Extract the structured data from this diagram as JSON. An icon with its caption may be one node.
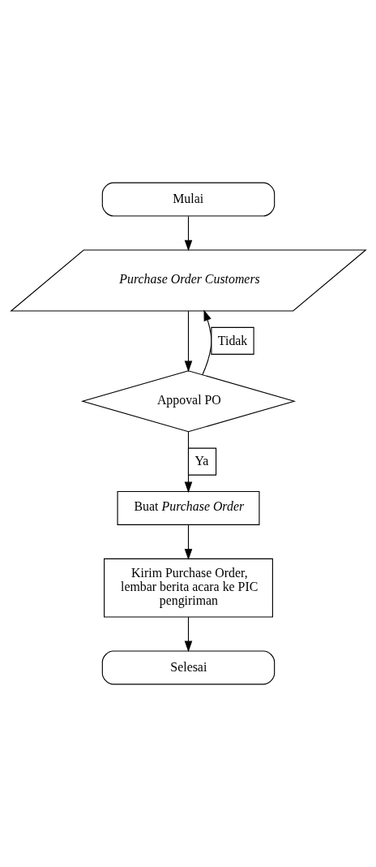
{
  "diagram": {
    "nodes": [
      {
        "text": [
          "Mulai"
        ]
      },
      {
        "text": [
          "Purchase Order Customers"
        ]
      },
      {
        "text": [
          "Appoval PO"
        ]
      },
      {
        "text": [
          "Buat *Purchase Order*"
        ]
      },
      {
        "text": [
          "Kirim Purchase Order, lembar berita acara ke PIC pengiriman"
        ]
      },
      {
        "text": [
          "Selesai"
        ]
      }
    ],
    "edges": [
      {
        "from": 0,
        "to": 1,
        "arrow": "to"
      },
      {
        "from": 1,
        "to": 2,
        "arrow": "to"
      },
      {
        "from": 2,
        "to": 1,
        "arrow": "to",
        "label": "Tidak"
      },
      {
        "from": 2,
        "to": 3,
        "arrow": "to",
        "label": "Ya"
      },
      {
        "from": 3,
        "to": 4,
        "arrow": "to"
      },
      {
        "from": 4,
        "to": 5,
        "arrow": "to"
      }
    ]
  }
}
